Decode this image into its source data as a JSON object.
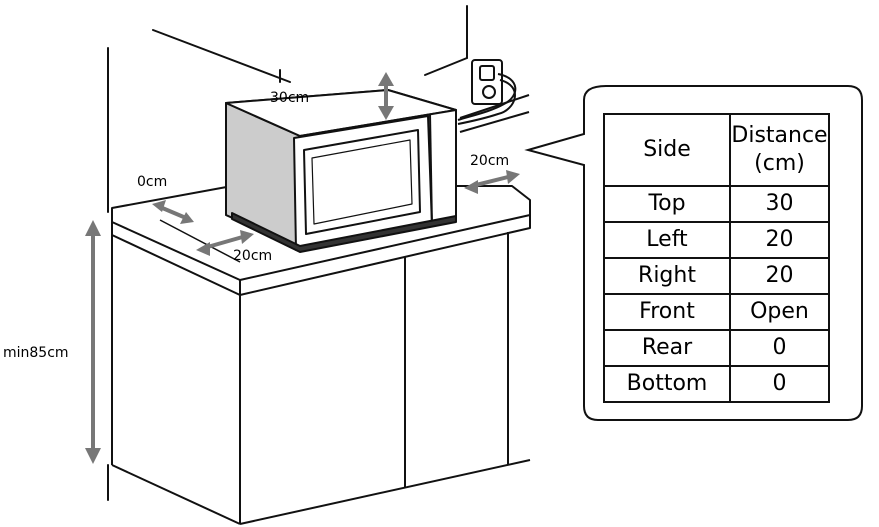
{
  "labels": {
    "top_clearance": "30cm",
    "rear_clearance": "0cm",
    "left_clearance": "20cm",
    "right_clearance": "20cm",
    "floor_height": "min85cm"
  },
  "table": {
    "headers": [
      "Side",
      "Distance\n(cm)"
    ],
    "rows": [
      [
        "Top",
        "30"
      ],
      [
        "Left",
        "20"
      ],
      [
        "Right",
        "20"
      ],
      [
        "Front",
        "Open"
      ],
      [
        "Rear",
        "0"
      ],
      [
        "Bottom",
        "0"
      ]
    ]
  },
  "colors": {
    "line": "#111111",
    "arrow": "#777777",
    "panel": "#ffffff"
  }
}
